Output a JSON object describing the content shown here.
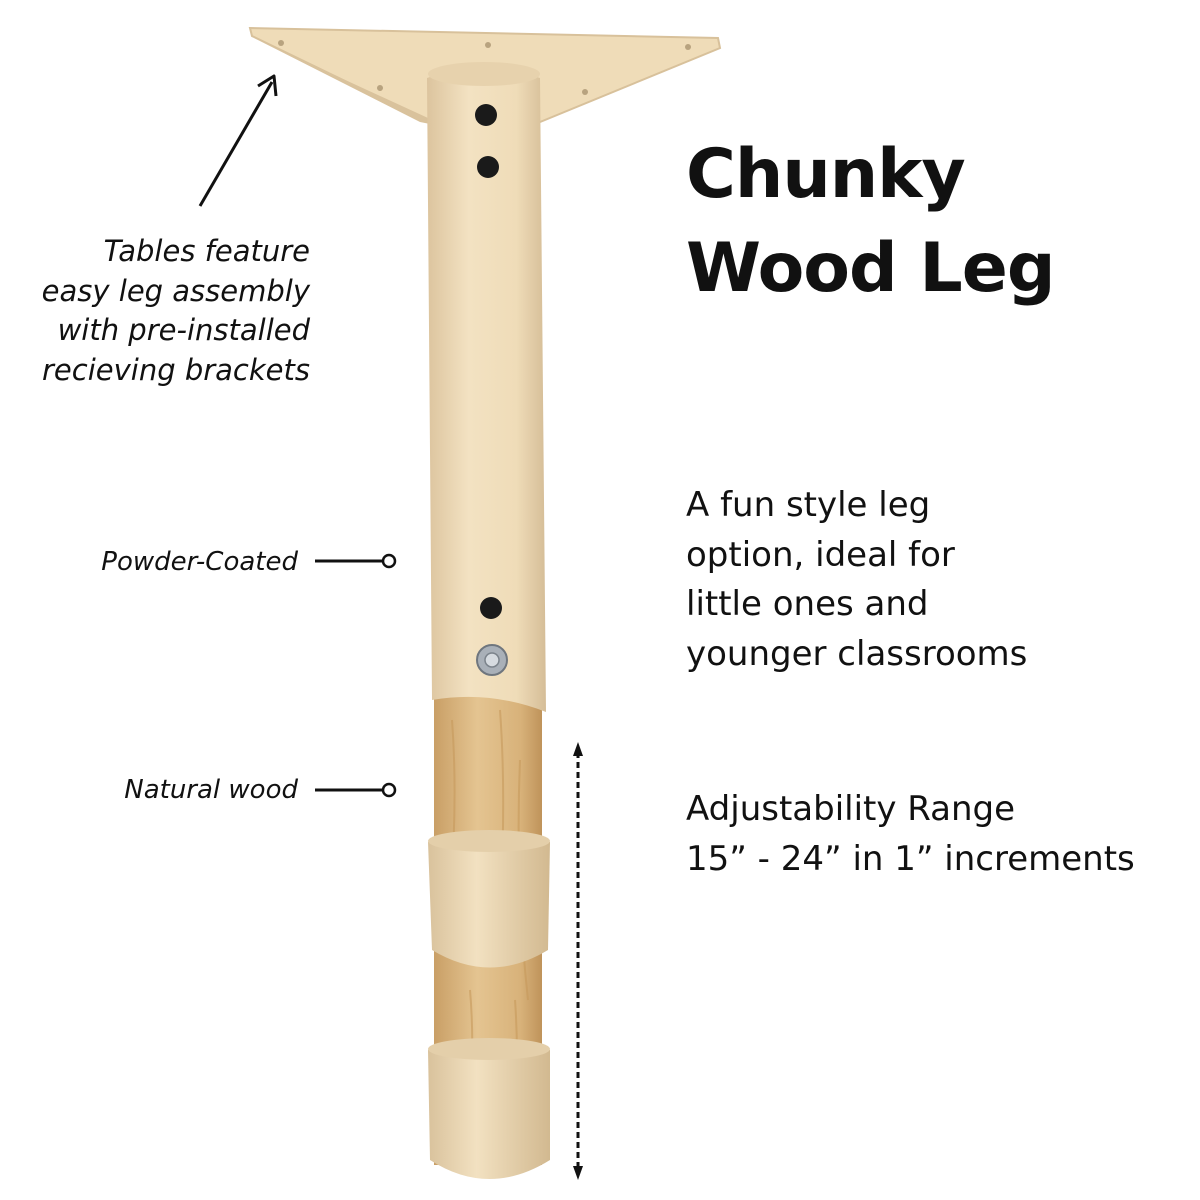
{
  "title": {
    "line1": "Chunky",
    "line2": "Wood Leg"
  },
  "callouts": {
    "assembly": {
      "lines": [
        "Tables feature",
        "easy leg assembly",
        "with pre-installed",
        "recieving brackets"
      ]
    },
    "powder_coated": "Powder-Coated",
    "natural_wood": "Natural wood"
  },
  "description": {
    "lines": [
      "A fun style leg",
      "option, ideal for",
      "little ones and",
      "younger classrooms"
    ]
  },
  "adjustability": {
    "heading": "Adjustability Range",
    "range": "15” - 24” in 1” increments"
  },
  "colors": {
    "metal": "#efdcb8",
    "metal_shade": "#d9c29c",
    "wood": "#dcb784",
    "cap": "#eedbb7",
    "text": "#111111"
  }
}
